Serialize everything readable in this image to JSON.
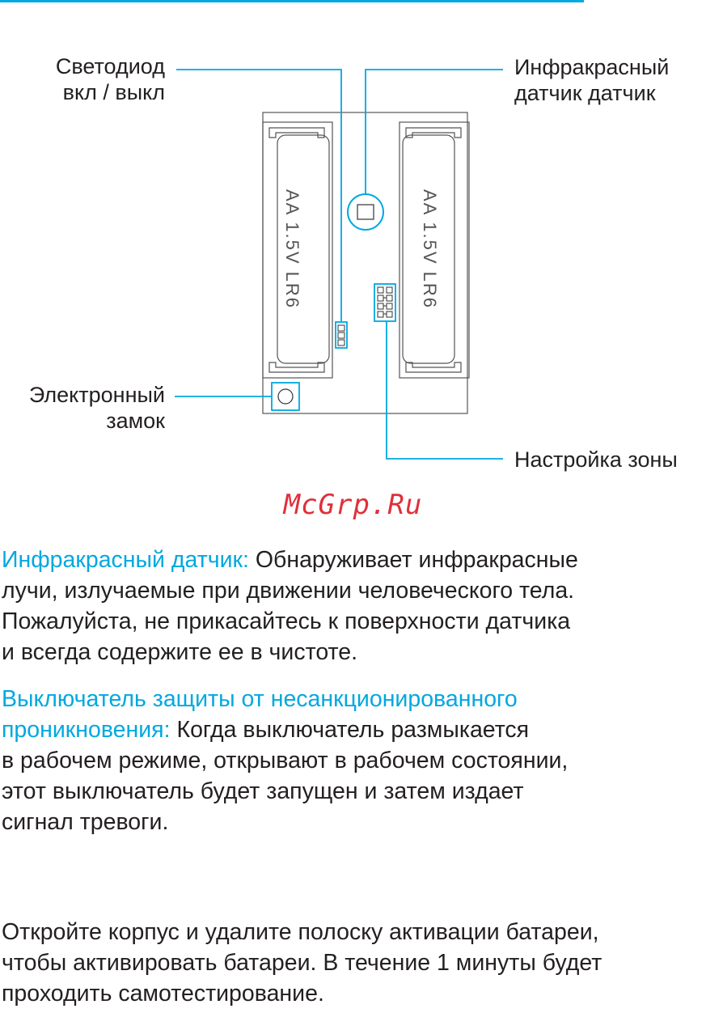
{
  "diagram": {
    "labels": {
      "led_line1": "Светодиод",
      "led_line2": "вкл / выкл",
      "ir_line1": "Инфракрасный",
      "ir_line2": "датчик датчик",
      "lock_line1": "Электронный",
      "lock_line2": "замок",
      "zone": "Настройка зоны"
    },
    "battery_text": "AA 1.5V  LR6"
  },
  "watermark": "McGrp.Ru",
  "paragraphs": {
    "ir": {
      "term": "Инфракрасный датчик:",
      "lines": [
        " Обнаруживает инфракрасные",
        "лучи, излучаемые при движении человеческого тела.",
        "Пожалуйста, не прикасайтесь к поверхности датчика",
        "и всегда содержите ее в чистоте."
      ]
    },
    "tamper": {
      "term_line1": "Выключатель защиты от несанкционированного",
      "term_line2": "проникновения:",
      "lines": [
        " Когда выключатель размыкается",
        "в рабочем режиме, открывают в рабочем состоянии,",
        "этот выключатель будет запущен и затем издает",
        "сигнал тревоги."
      ]
    },
    "activation": {
      "lines": [
        "Откройте корпус и удалите полоску активации батареи,",
        "чтобы активировать батареи. В течение 1 минуты будет",
        "проходить самотестирование."
      ]
    }
  },
  "colors": {
    "accent": "#00a8e0",
    "text": "#231f20",
    "board": "#555555",
    "watermark": "#e0303a"
  }
}
